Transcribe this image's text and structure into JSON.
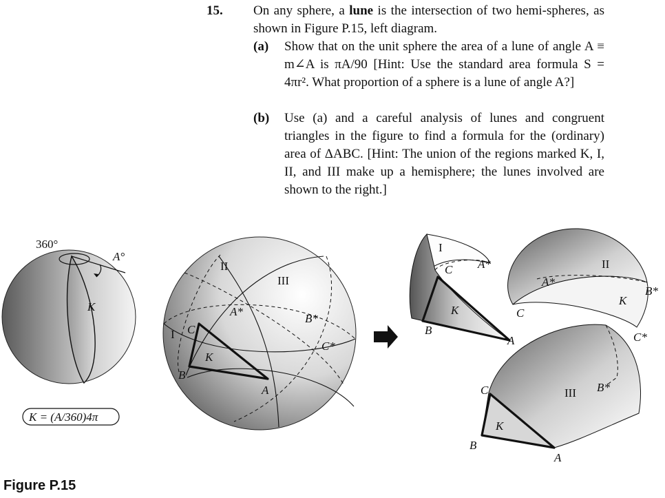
{
  "problem": {
    "number": "15.",
    "intro_1": "On any sphere, a ",
    "intro_bold": "lune",
    "intro_2": " is the intersection of two hemi-spheres, as shown in Figure P.15, left diagram.",
    "parts": [
      {
        "label": "(a)",
        "text": "Show that on the unit sphere the area of a lune of angle A ≡ m∠A is πA/90 [Hint: Use the standard area formula S = 4πr². What proportion of a sphere is a lune of angle A?]"
      },
      {
        "label": "(b)",
        "text": "Use (a) and a careful analysis of lunes and congruent triangles in the figure to find a formula for the (ordinary) area of ΔABC. [Hint: The union of the regions marked K, I, II, and III make up a hemisphere; the lunes involved are shown to the right.]"
      }
    ]
  },
  "figure": {
    "caption": "Figure P.15",
    "left_sphere": {
      "angle_label": "360°",
      "lune_angle": "A°",
      "region": "K",
      "formula": "K = (A/360)4π"
    },
    "middle_sphere": {
      "labels": [
        "II",
        "III",
        "I",
        "K",
        "A*",
        "B*",
        "C*",
        "A",
        "B",
        "C"
      ]
    },
    "arrow": "right-arrow-icon",
    "pieces": {
      "lune_I": [
        "I",
        "A*",
        "C",
        "K",
        "B",
        "A"
      ],
      "lune_II": [
        "II",
        "A*",
        "B*",
        "K",
        "C"
      ],
      "lune_III": [
        "III",
        "B*",
        "C*",
        "C",
        "K",
        "B",
        "A"
      ]
    }
  },
  "colors": {
    "ink": "#111111",
    "sphere_light": "#f2f2f2",
    "sphere_dark": "#555555"
  }
}
